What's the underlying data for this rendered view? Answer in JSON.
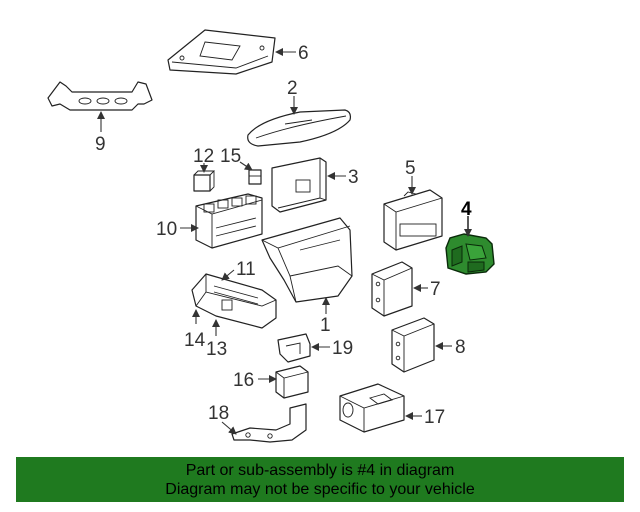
{
  "callouts": {
    "c1": "1",
    "c2": "2",
    "c3": "3",
    "c4": "4",
    "c5": "5",
    "c6": "6",
    "c7": "7",
    "c8": "8",
    "c9": "9",
    "c10": "10",
    "c11": "11",
    "c12": "12",
    "c13": "13",
    "c14": "14",
    "c15": "15",
    "c16": "16",
    "c17": "17",
    "c18": "18",
    "c19": "19"
  },
  "highlight": {
    "part": "4",
    "color": "#2e8b2e"
  },
  "banner": {
    "line1": "Part or sub-assembly is #4 in diagram",
    "line2": "Diagram may not be specific to your vehicle",
    "background": "#1f7a1f"
  }
}
